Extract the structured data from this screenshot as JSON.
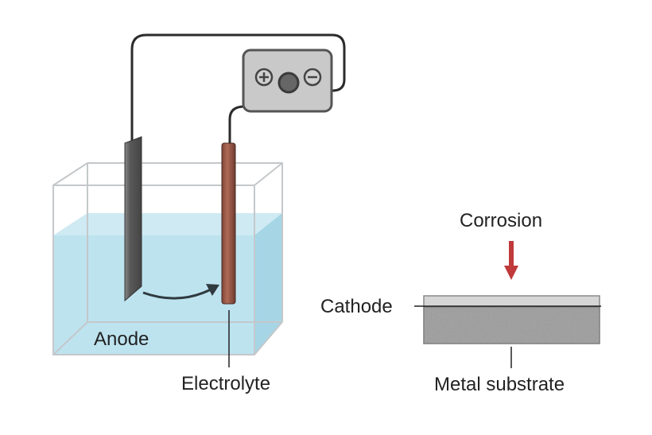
{
  "diagram": {
    "title": "Electrochemical corrosion cell",
    "labels": {
      "anode": "Anode",
      "electrolyte": "Electrolyte",
      "corrosion": "Corrosion",
      "cathode": "Cathode",
      "substrate": "Metal substrate"
    },
    "power_supply": {
      "positive_symbol": "+",
      "negative_symbol": "−"
    },
    "colors": {
      "electrolyte": "#b9e1ee",
      "anode_electrode": "#555555",
      "cathode_electrode": "#9a5546",
      "corrosion_arrow": "#c0393b",
      "coating": "#d6d6d6",
      "substrate": "#9a9a9a",
      "power_supply": "#c9c9c9"
    }
  }
}
